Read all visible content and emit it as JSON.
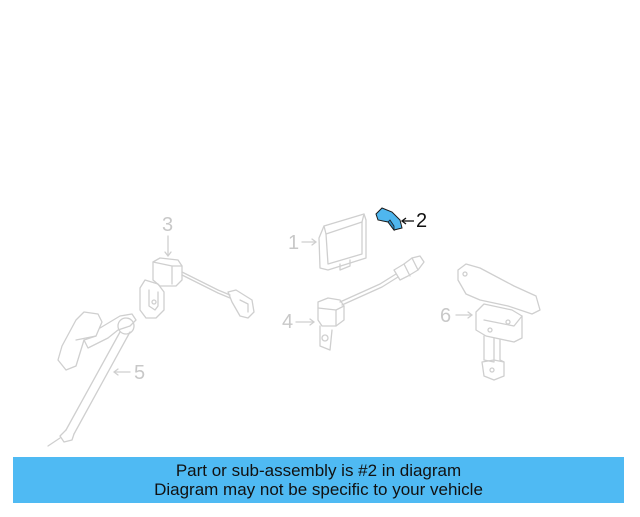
{
  "diagram": {
    "highlight_color": "#4fb6ee",
    "line_color": "#cfcfcf",
    "callouts": [
      {
        "number": "1",
        "highlighted": false
      },
      {
        "number": "2",
        "highlighted": true
      },
      {
        "number": "3",
        "highlighted": false
      },
      {
        "number": "4",
        "highlighted": false
      },
      {
        "number": "5",
        "highlighted": false
      },
      {
        "number": "6",
        "highlighted": false
      }
    ]
  },
  "banner": {
    "line1": "Part or sub-assembly is #2 in diagram",
    "line2": "Diagram may not be specific to your vehicle",
    "background": "#4fbaf3"
  }
}
